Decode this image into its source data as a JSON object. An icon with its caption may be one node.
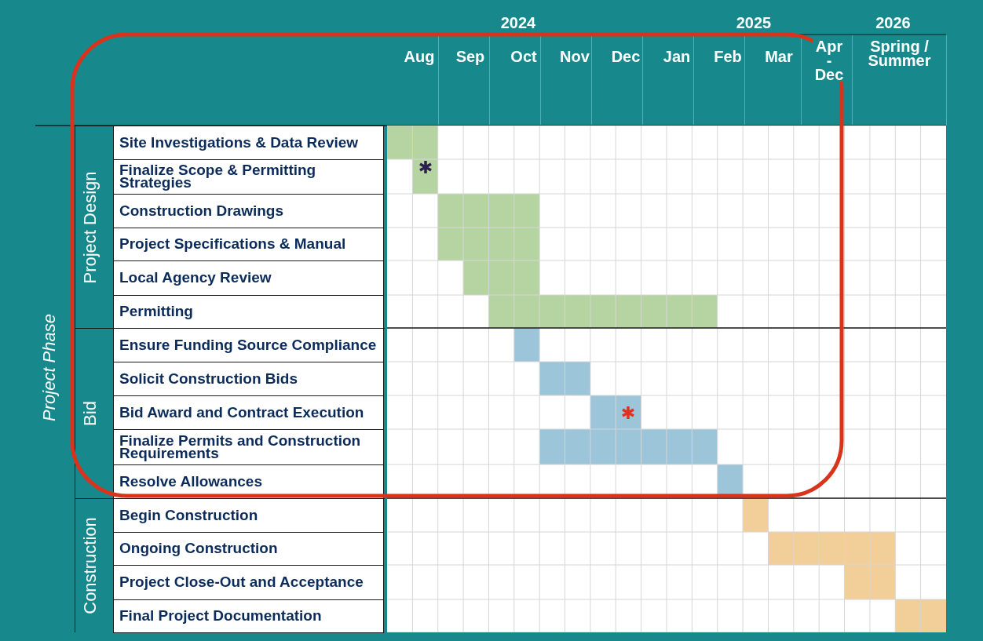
{
  "diagram": {
    "nodes": [
      {
        "text": [
          "Project Design"
        ]
      },
      {
        "text": [
          "Site Investigations & Data Review"
        ],
        "in": 0
      },
      {
        "text": [
          "Finalize Scope & Permitting Strategies"
        ],
        "in": 0
      },
      {
        "text": [
          "Construction Drawings"
        ],
        "in": 0
      },
      {
        "text": [
          "Project Specifications & Manual"
        ],
        "in": 0
      },
      {
        "text": [
          "Local Agency Review"
        ],
        "in": 0
      },
      {
        "text": [
          "Permitting"
        ],
        "in": 0
      },
      {
        "text": [
          "Bid"
        ]
      },
      {
        "text": [
          "Ensure Funding Source Compliance"
        ],
        "in": 7
      },
      {
        "text": [
          "Solicit Construction Bids"
        ],
        "in": 7
      },
      {
        "text": [
          "Bid Award and Contract Execution"
        ],
        "in": 7
      },
      {
        "text": [
          "Finalize Permits and Construction Requirements"
        ],
        "in": 7
      },
      {
        "text": [
          "Resolve Allowances"
        ],
        "in": 7
      },
      {
        "text": [
          "Construction"
        ]
      },
      {
        "text": [
          "Begin Construction"
        ],
        "in": 13
      },
      {
        "text": [
          "Ongoing Construction"
        ],
        "in": 13
      },
      {
        "text": [
          "Project Close-Out and Acceptance"
        ],
        "in": 13
      },
      {
        "text": [
          "Final Project Documentation"
        ],
        "in": 13
      }
    ],
    "labels": [
      "2024",
      "2025",
      "2026",
      "Aug",
      "Sep",
      "Oct",
      "Nov",
      "Dec",
      "Jan",
      "Feb",
      "Mar",
      "Apr - Dec",
      "Spring / Summer",
      "Project Phase"
    ]
  }
}
